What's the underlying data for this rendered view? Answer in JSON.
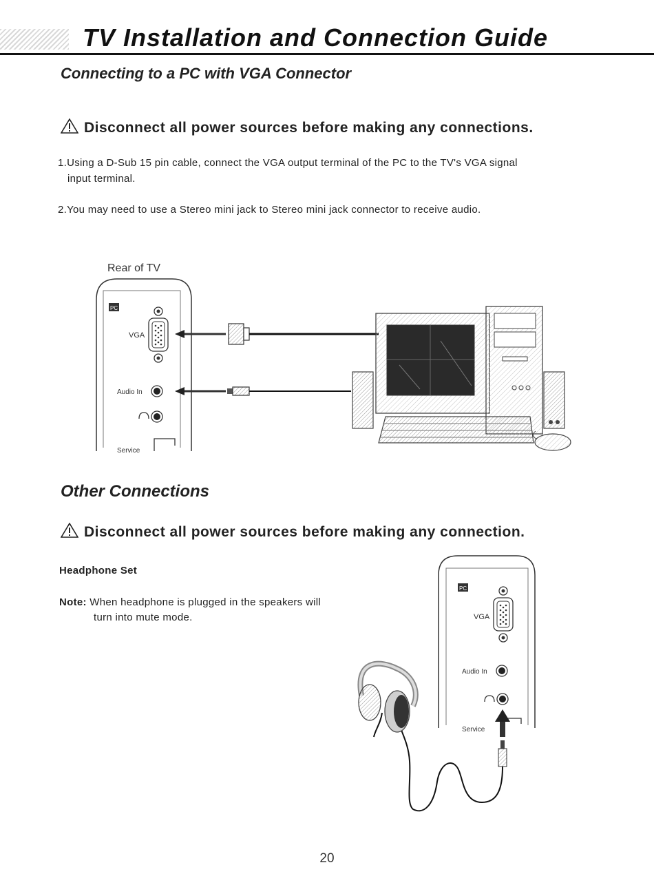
{
  "page": {
    "title": "TV Installation and Connection Guide",
    "page_number": "20"
  },
  "section_pc": {
    "heading": "Connecting to a PC with VGA Connector",
    "warning": "Disconnect all power sources before making any connections.",
    "steps": [
      "1.Using a D-Sub 15 pin cable, connect the VGA output terminal of the PC to the TV's VGA signal",
      "input terminal.",
      "2.You may need to use a Stereo mini jack to Stereo mini jack connector to receive audio."
    ],
    "diagram": {
      "rear_label": "Rear of TV",
      "vga_label": "VGA",
      "audio_label": "Audio In",
      "service_label": "Service",
      "pc_badge": "PC"
    }
  },
  "section_other": {
    "heading": "Other Connections",
    "warning": "Disconnect all power sources before making any connection.",
    "subheading": "Headphone Set",
    "note_label": "Note:",
    "note_line1": "When headphone is plugged in the speakers will",
    "note_line2": "turn into mute mode.",
    "diagram": {
      "vga_label": "VGA",
      "audio_label": "Audio In",
      "service_label": "Service",
      "pc_badge": "PC"
    }
  },
  "icons": {
    "warning": "warning-triangle-icon",
    "headphone": "headphone-icon"
  }
}
